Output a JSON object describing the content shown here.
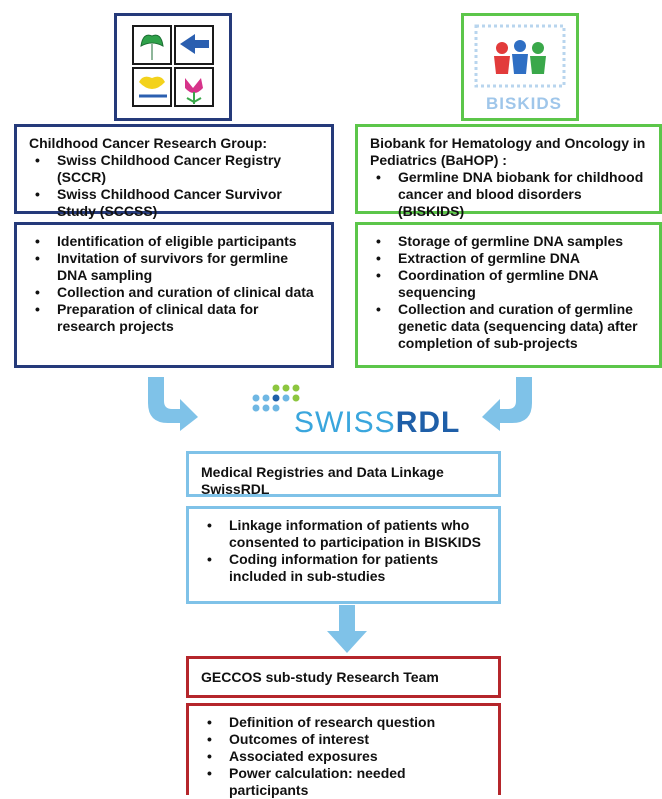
{
  "crg_box": {
    "title": "Childhood Cancer Research Group:",
    "items": [
      "Swiss Childhood Cancer Registry (SCCR)",
      "Swiss Childhood Cancer Survivor Study (SCCSS)"
    ]
  },
  "crg_tasks": {
    "items": [
      "Identification of eligible participants",
      "Invitation of survivors for germline DNA sampling",
      "Collection and curation of clinical data",
      "Preparation of clinical data for research projects"
    ]
  },
  "bahop_box": {
    "title": "Biobank for Hematology and Oncology in Pediatrics (BaHOP) :",
    "items": [
      "Germline DNA biobank for childhood cancer and blood disorders (BISKIDS)"
    ]
  },
  "bahop_tasks": {
    "items": [
      "Storage of germline DNA samples",
      "Extraction of germline DNA",
      "Coordination of germline DNA sequencing",
      "Collection and curation of germline genetic data (sequencing data) after completion of sub-projects"
    ]
  },
  "swissrdl_logo": {
    "swiss": "SWISS",
    "rdl": "RDL"
  },
  "biskids_logo": {
    "text": "BISKIDS"
  },
  "swissrdl_box": {
    "title": "Medical Registries and Data Linkage SwissRDL"
  },
  "swissrdl_tasks": {
    "items": [
      "Linkage information of patients who consented to participation in BISKIDS",
      "Coding information for patients included in sub-studies"
    ]
  },
  "geccos_box": {
    "title": "GECCOS sub-study Research Team"
  },
  "geccos_tasks": {
    "items": [
      "Definition of research question",
      "Outcomes of interest",
      "Associated exposures",
      "Power calculation: needed participants"
    ]
  },
  "bullet": "•",
  "colors": {
    "navy": "#253a7a",
    "green": "#5cc64a",
    "sky": "#7fc2e8",
    "red": "#b5262b"
  }
}
